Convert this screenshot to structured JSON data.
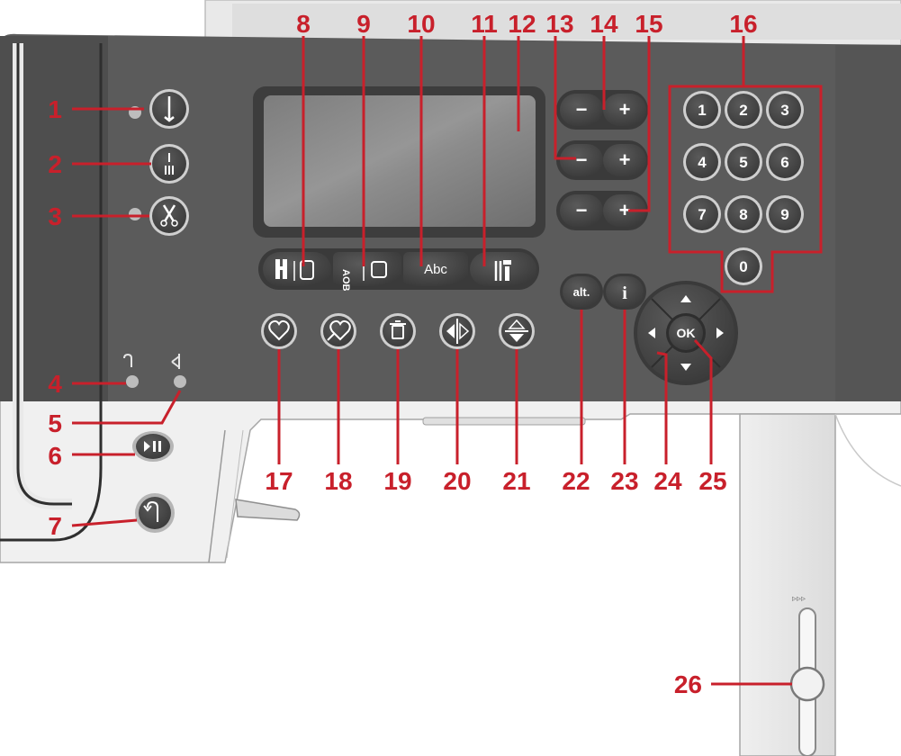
{
  "header_fragment": "",
  "callouts": [
    "1",
    "2",
    "3",
    "4",
    "5",
    "6",
    "7",
    "8",
    "9",
    "10",
    "11",
    "12",
    "13",
    "14",
    "15",
    "16",
    "17",
    "18",
    "19",
    "20",
    "21",
    "22",
    "23",
    "24",
    "25",
    "26"
  ],
  "numpad": {
    "keys": [
      "1",
      "2",
      "3",
      "4",
      "5",
      "6",
      "7",
      "8",
      "9",
      "0"
    ]
  },
  "stepper": {
    "minus": "−",
    "plus": "+"
  },
  "buttons": {
    "abc_label": "Abc",
    "alt_label": "alt.",
    "info_label": "i",
    "ok_label": "OK"
  },
  "slider": {
    "marks": "▹▹▹"
  },
  "colors": {
    "panel": "#5b5b5b",
    "panel_dark": "#4a4a4a",
    "button": "#464646",
    "screen": "#8b8b8b",
    "callout": "#c8202b",
    "led": "#bdbdbd",
    "body_light": "#e6e6e6"
  }
}
